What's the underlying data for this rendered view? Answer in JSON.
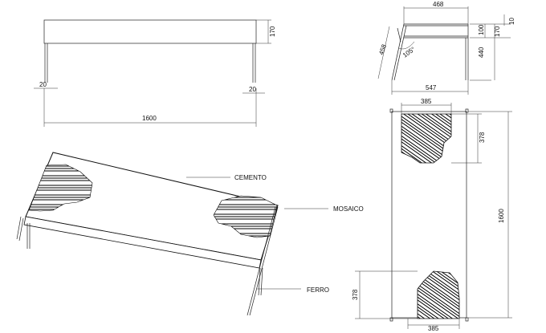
{
  "front_view": {
    "dim_height": "170",
    "dim_leg_left": "20",
    "dim_leg_right": "20",
    "dim_length": "1600"
  },
  "side_view": {
    "dim_top": "468",
    "dim_10": "10",
    "dim_100": "100",
    "dim_170": "170",
    "dim_440": "440",
    "dim_458": "458",
    "dim_angle": "105°",
    "dim_bottom": "547"
  },
  "plan_view": {
    "dim_top_width": "385",
    "dim_top_depth": "378",
    "dim_total_length": "1600",
    "dim_bottom_depth": "378",
    "dim_bottom_width": "385"
  },
  "callouts": {
    "cemento": "CEMENTO",
    "mosaico": "MOSAICO",
    "ferro": "FERRO"
  }
}
